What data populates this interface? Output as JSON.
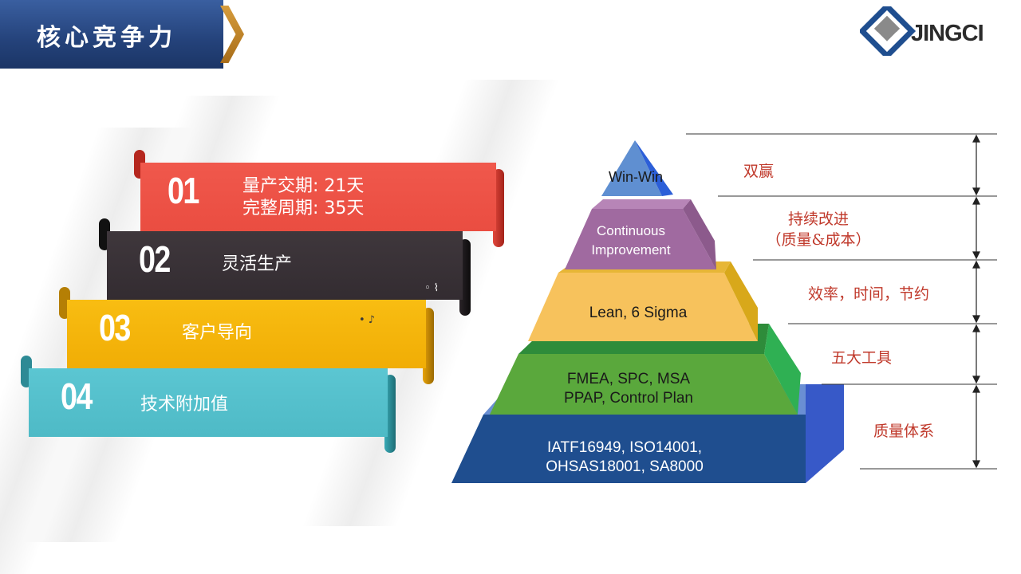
{
  "header": {
    "title": "核心竞争力",
    "logo_text": "JINGCI"
  },
  "colors": {
    "header_blue": "#24427a",
    "accent_gold": "#c8892a",
    "ribbon_red": "#ea4d41",
    "ribbon_dark": "#3a3237",
    "ribbon_yellow": "#f5b50b",
    "ribbon_teal": "#55c0cc",
    "label_red": "#c0392b"
  },
  "ribbons": [
    {
      "number": "01",
      "lines": [
        "量产交期: 21天",
        "完整周期: 35天"
      ]
    },
    {
      "number": "02",
      "lines": [
        "灵活生产"
      ]
    },
    {
      "number": "03",
      "lines": [
        "客户导向"
      ]
    },
    {
      "number": "04",
      "lines": [
        "技术附加值"
      ]
    }
  ],
  "pyramid": {
    "levels": [
      {
        "text_lines": [
          "Win-Win"
        ],
        "color": "#5f8fd1"
      },
      {
        "text_lines": [
          "Continuous",
          "Improvement"
        ],
        "color": "#a06aa0"
      },
      {
        "text_lines": [
          "Lean,  6 Sigma"
        ],
        "color": "#f7c25c"
      },
      {
        "text_lines": [
          "FMEA, SPC, MSA",
          "PPAP, Control Plan"
        ],
        "color": "#5aa83c"
      },
      {
        "text_lines": [
          "IATF16949, ISO14001,",
          "OHSAS18001, SA8000"
        ],
        "color": "#1f4e8f"
      }
    ]
  },
  "right_labels": [
    {
      "lines": [
        "双赢"
      ]
    },
    {
      "lines": [
        "持续改进",
        "（质量&成本）"
      ]
    },
    {
      "lines": [
        "效率，时间，节约"
      ]
    },
    {
      "lines": [
        "五大工具"
      ]
    },
    {
      "lines": [
        "质量体系"
      ]
    }
  ]
}
